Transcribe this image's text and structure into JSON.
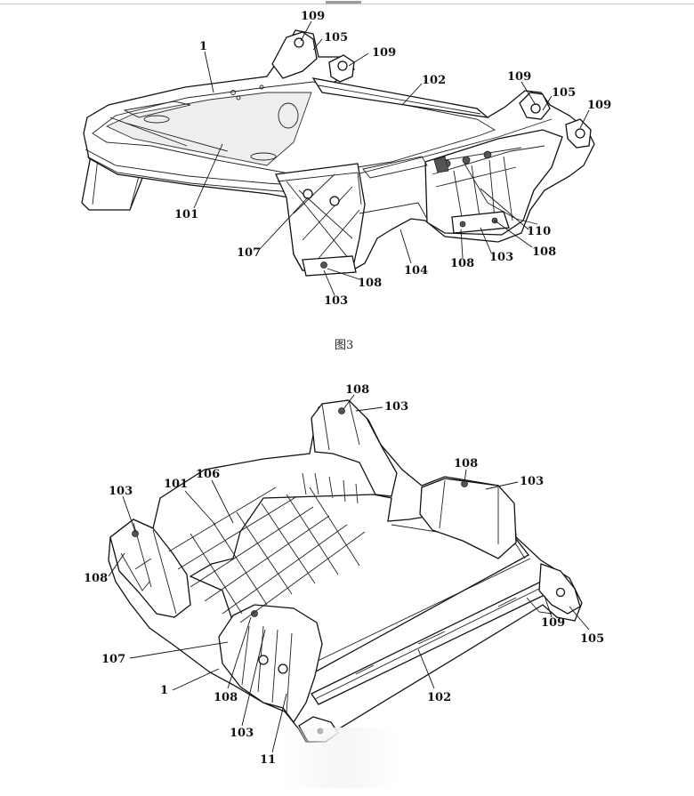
{
  "figure3": {
    "caption": "图3",
    "labels": {
      "l109a": "109",
      "l105a": "105",
      "l109b": "109",
      "l1": "1",
      "l102": "102",
      "l109c": "109",
      "l105b": "105",
      "l109d": "109",
      "l101": "101",
      "l107": "107",
      "l104": "104",
      "l110": "110",
      "l108a": "108",
      "l103a": "103",
      "l108b": "108",
      "l108c": "108",
      "l103b": "103"
    }
  },
  "figure4": {
    "labels": {
      "l108a": "108",
      "l103a": "103",
      "l108b": "108",
      "l103b": "103",
      "l103c": "103",
      "l101": "101",
      "l106": "106",
      "l108c": "108",
      "l107": "107",
      "l1": "1",
      "l108d": "108",
      "l103d": "103",
      "l11": "11",
      "l102": "102",
      "l109": "109",
      "l105": "105"
    }
  }
}
